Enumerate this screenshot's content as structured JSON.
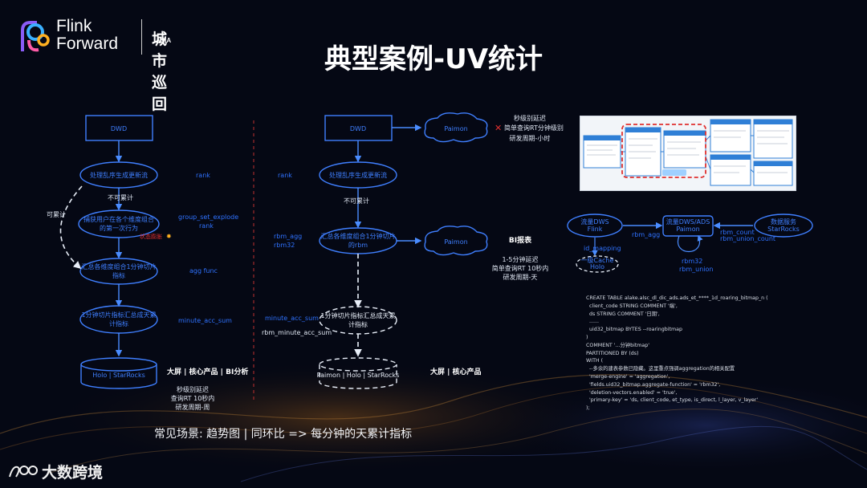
{
  "header": {
    "brand_line1": "Flink",
    "brand_line2": "Forward",
    "brand_region": "ASIA",
    "city_tour": "城市巡回"
  },
  "title": "典型案例-UV统计",
  "left": {
    "dwd": "DWD",
    "step1": "处理乱序生成更新流",
    "not_accumulable": "不可累计",
    "accumulable": "可累计",
    "step2_line1": "捕获用户在各个维度组合",
    "step2_line2": "的第一次行为",
    "state_explode": "状态膨胀",
    "step3_line1": "汇总各维度组合1分钟切片",
    "step3_line2": "指标",
    "step4_line1": "1分钟切片指标汇总成天累",
    "step4_line2": "计指标",
    "sink": "Holo | StarRocks",
    "consumers": "大屏 | 核心产品 | BI分析",
    "notes": [
      "秒级别延迟",
      "查询RT 10秒内",
      "研发周期-周"
    ],
    "ops": {
      "rank": "rank",
      "group_set": "group_set_explode",
      "rank2": "rank",
      "agg": "agg func",
      "minute_sum": "minute_acc_sum"
    }
  },
  "middle": {
    "dwd": "DWD",
    "step1": "处理乱序生成更新流",
    "not_accumulable": "不可累计",
    "step2_line1": "汇总各维度组合1分钟切片",
    "step2_line2": "的rbm",
    "step3_line1": "1分钟切片指标汇总成天累",
    "step3_line2": "计指标",
    "sink": "Paimon | Holo | StarRocks",
    "consumers": "大屏 | 核心产品",
    "paimon_top": "Paimon",
    "paimon_mid": "Paimon",
    "top_notes": [
      "秒级别延迟",
      "简单查询RT分钟级别",
      "研发周期-小时"
    ],
    "bi_title": "BI报表",
    "bi_notes": [
      "1-5分钟延迟",
      "简单查询RT 10秒内",
      "研发周期-天"
    ],
    "ops": {
      "rank": "rank",
      "rbm_agg": "rbm_agg",
      "rbm32": "rbm32",
      "minute_sum": "minute_acc_sum",
      "rbm_minute_sum": "rbm_minute_acc_sum"
    }
  },
  "right": {
    "flow_flink_line1": "流量DWS",
    "flow_flink_line2": "Flink",
    "flow_paimon_line1": "流量DWS/ADS",
    "flow_paimon_line2": "Paimon",
    "data_service_line1": "数据服务",
    "data_service_line2": "StarRocks",
    "rbm_agg": "rbm_agg",
    "id_mapping": "id_mapping",
    "cache_line1": "一级Cache",
    "cache_line2": "Holo",
    "rbm_count": "rbm_count",
    "rbm_union_count": "rbm_union_count",
    "rbm32": "rbm32",
    "rbm_union": "rbm_union"
  },
  "sql_lines": [
    "CREATE TABLE alake.alsc_dl_dic_ads.ads_et_****_1d_roaring_bitmap_n (",
    "  client_code STRING COMMENT '端',",
    "  ds STRING COMMENT '日期',",
    "  ......",
    "  uid32_bitmap BYTES --roaringbitmap",
    ")",
    "COMMENT '...分钟bitmap'",
    "PARTITIONED BY (ds)",
    "WITH (",
    "  --多余的建表参数已隐藏。这里重点强调aggregation的相关配置",
    "  'merge-engine' = 'aggregation',",
    "  'fields.uid32_bitmap.aggregate-function' = 'rbm32',",
    "  'deletion-vectors.enabled' = 'true',",
    "  'primary-key' = 'ds, client_code, et_type, is_direct, l_layer, v_layer'",
    ");"
  ],
  "scene": "常见场景: 趋势图 | 同环比 => 每分钟的天累计指标",
  "footer": {
    "brand": "大数跨境"
  },
  "colors": {
    "node_blue": "#3f7fff",
    "background": "#050814",
    "accent_red": "#e0302f"
  }
}
